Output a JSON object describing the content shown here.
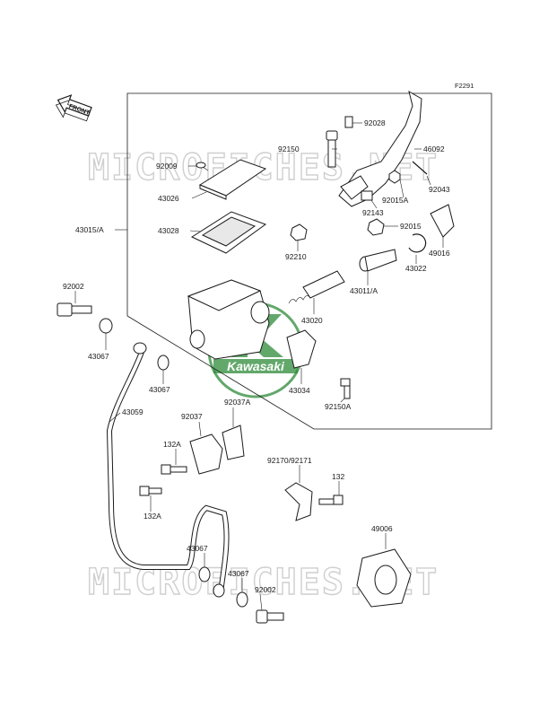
{
  "diagram_ref": "F2291",
  "front_badge": "FRONT",
  "logo_text": "Kawasaki",
  "watermark": "MICROFICHES.NET",
  "colors": {
    "logo_green": "#2e8b3a",
    "line": "#1a1a1a",
    "watermark": "#cfcfcf"
  },
  "parts": [
    {
      "id": "92028",
      "label": "92028"
    },
    {
      "id": "92150",
      "label": "92150"
    },
    {
      "id": "46092",
      "label": "46092"
    },
    {
      "id": "92009",
      "label": "92009"
    },
    {
      "id": "43026",
      "label": "43026"
    },
    {
      "id": "92043",
      "label": "92043"
    },
    {
      "id": "92015A",
      "label": "92015A"
    },
    {
      "id": "92143",
      "label": "92143"
    },
    {
      "id": "43028",
      "label": "43028"
    },
    {
      "id": "92015",
      "label": "92015"
    },
    {
      "id": "43015A",
      "label": "43015/A"
    },
    {
      "id": "49016",
      "label": "49016"
    },
    {
      "id": "92210",
      "label": "92210"
    },
    {
      "id": "43022",
      "label": "43022"
    },
    {
      "id": "92002a",
      "label": "92002"
    },
    {
      "id": "43011A",
      "label": "43011/A"
    },
    {
      "id": "43020",
      "label": "43020"
    },
    {
      "id": "43067a",
      "label": "43067"
    },
    {
      "id": "43067b",
      "label": "43067"
    },
    {
      "id": "43034",
      "label": "43034"
    },
    {
      "id": "92150A",
      "label": "92150A"
    },
    {
      "id": "43059",
      "label": "43059"
    },
    {
      "id": "92037",
      "label": "92037"
    },
    {
      "id": "92037A",
      "label": "92037A"
    },
    {
      "id": "132Aa",
      "label": "132A"
    },
    {
      "id": "92170",
      "label": "92170/92171"
    },
    {
      "id": "132",
      "label": "132"
    },
    {
      "id": "132Ab",
      "label": "132A"
    },
    {
      "id": "49006",
      "label": "49006"
    },
    {
      "id": "43067c",
      "label": "43067"
    },
    {
      "id": "43067d",
      "label": "43067"
    },
    {
      "id": "92002b",
      "label": "92002"
    }
  ]
}
